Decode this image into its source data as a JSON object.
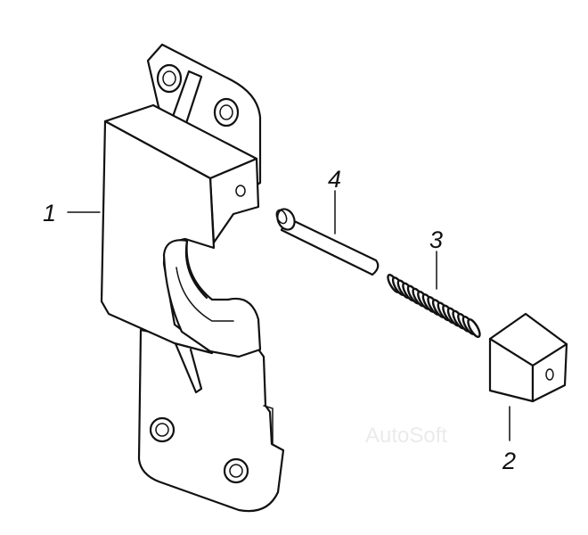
{
  "labels": {
    "part_1": "1",
    "part_2": "2",
    "part_3": "3",
    "part_4": "4"
  },
  "watermark": "AutoSoft",
  "colors": {
    "line": "#111111",
    "background": "#ffffff",
    "watermark": "#ebebeb"
  }
}
